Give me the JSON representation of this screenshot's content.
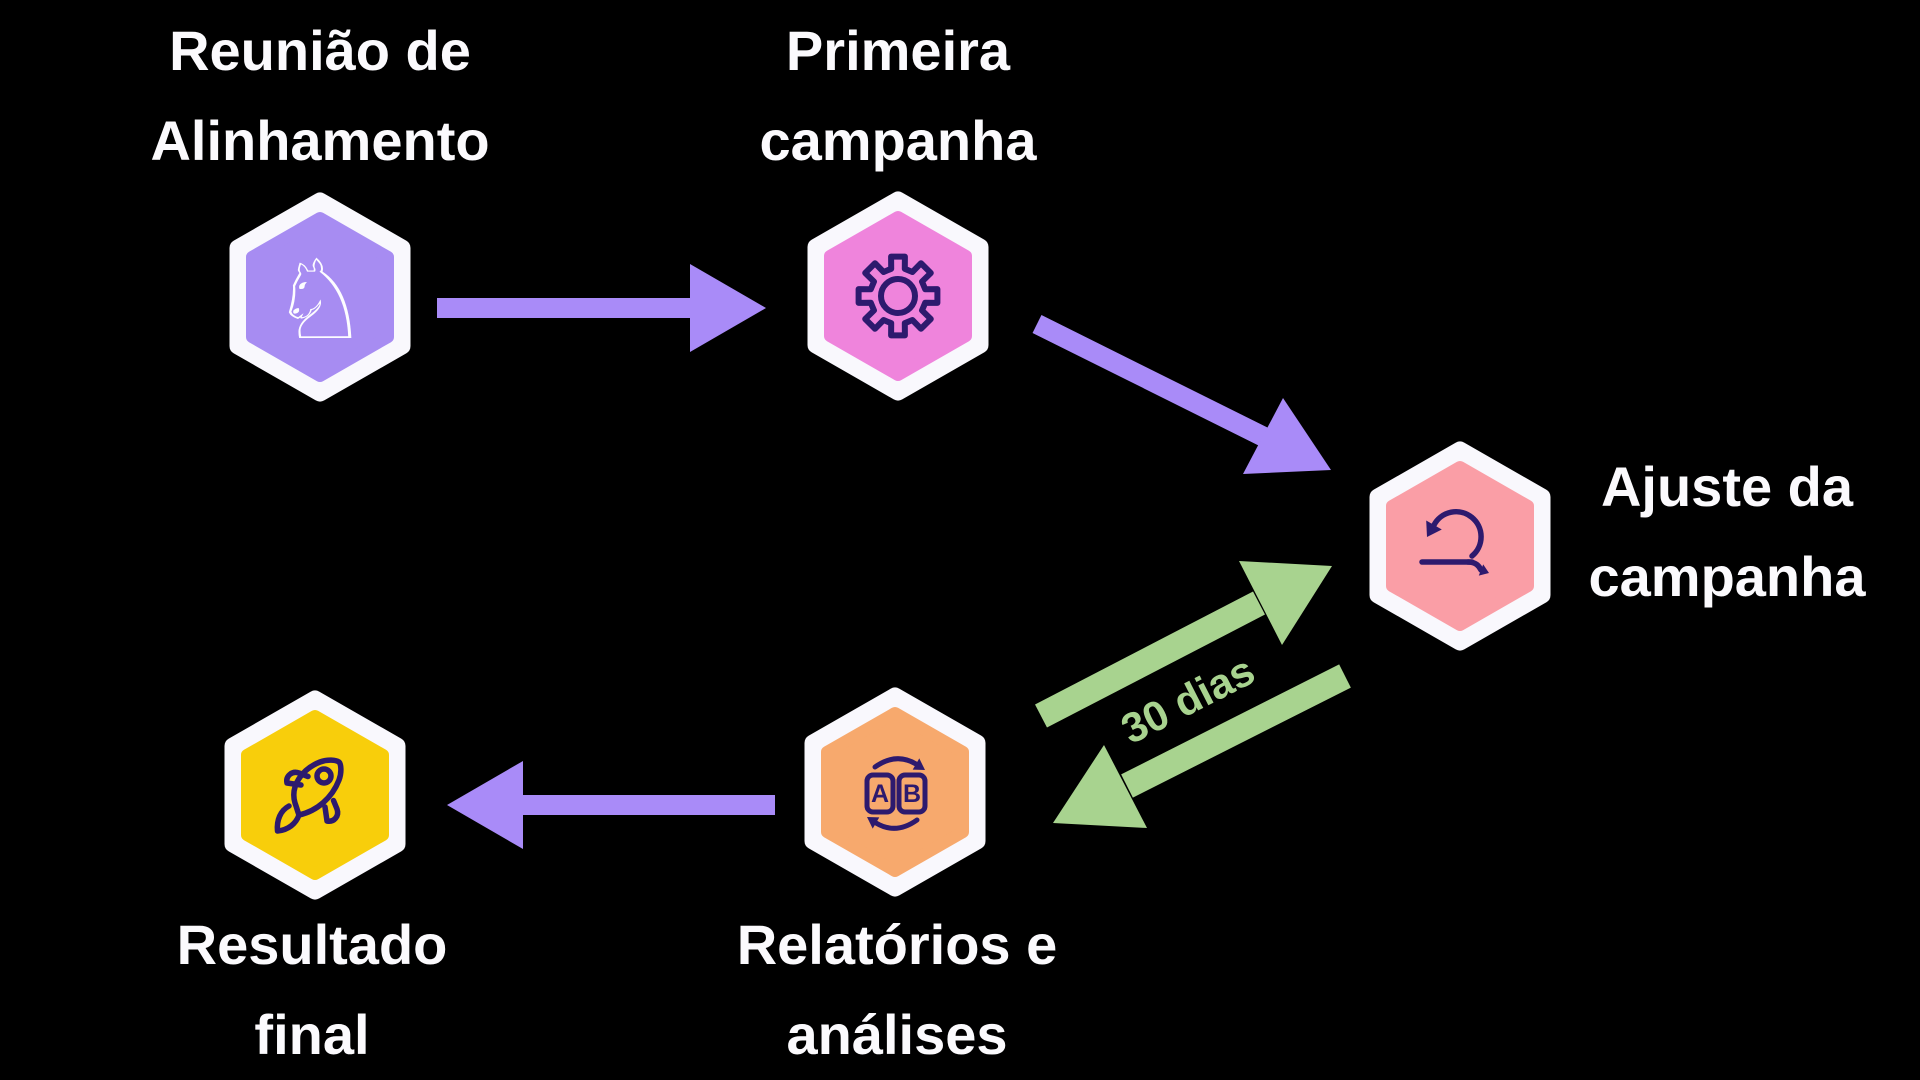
{
  "diagram_title": "campaign-workflow-cycle",
  "colors": {
    "background": "#000000",
    "label_text": "#fbfafd",
    "hexagon_border": "#f9f8fd",
    "icon_stroke": "#2d1a6e",
    "knight_stroke": "#fdfdff",
    "arrow_purple": "#a98bf8",
    "cycle_green": "#a8d38f"
  },
  "nodes": [
    {
      "id": "reuniao-alinhamento",
      "label": [
        "Reunião de",
        "Alinhamento"
      ],
      "color": "#a78cf2",
      "icon": "chess-knight-icon"
    },
    {
      "id": "primeira-campanha",
      "label": [
        "Primeira",
        "campanha"
      ],
      "color": "#ef84dc",
      "icon": "gear-icon"
    },
    {
      "id": "ajuste-campanha",
      "label": [
        "Ajuste da",
        "campanha"
      ],
      "color": "#fa9ea6",
      "icon": "iteration-loop-icon"
    },
    {
      "id": "relatorios-analises",
      "label": [
        "Relatórios e",
        "análises"
      ],
      "color": "#f7a96d",
      "icon": "ab-test-icon"
    },
    {
      "id": "resultado-final",
      "label": [
        "Resultado",
        "final"
      ],
      "color": "#f8ce0b",
      "icon": "rocket-icon"
    }
  ],
  "edges": {
    "cycle_label": "30 dias",
    "arrow_color": "#a98bf8",
    "cycle_color": "#a8d38f"
  },
  "icons": {
    "knight_glyph": "♘",
    "ab_letters": [
      "A",
      "B"
    ]
  }
}
